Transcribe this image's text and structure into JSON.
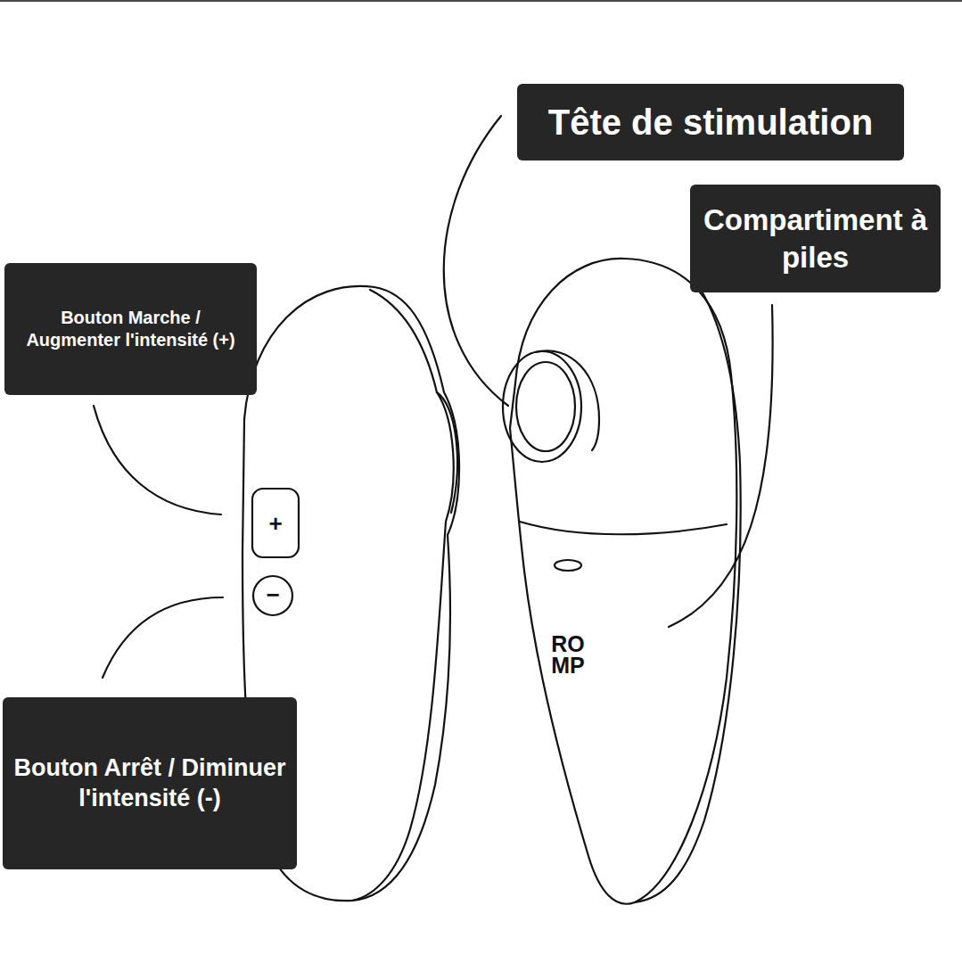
{
  "diagram": {
    "nodes": [
      {
        "text": [
          "Tête de stimulation"
        ]
      },
      {
        "text": [
          "Compartiment à piles"
        ]
      },
      {
        "text": [
          "Bouton Marche / Augmenter l'intensité (+)"
        ]
      },
      {
        "text": [
          "Bouton Arrêt / Diminuer l'intensité (-)"
        ]
      }
    ],
    "labels": [
      "+",
      "−",
      "RO MP"
    ]
  }
}
